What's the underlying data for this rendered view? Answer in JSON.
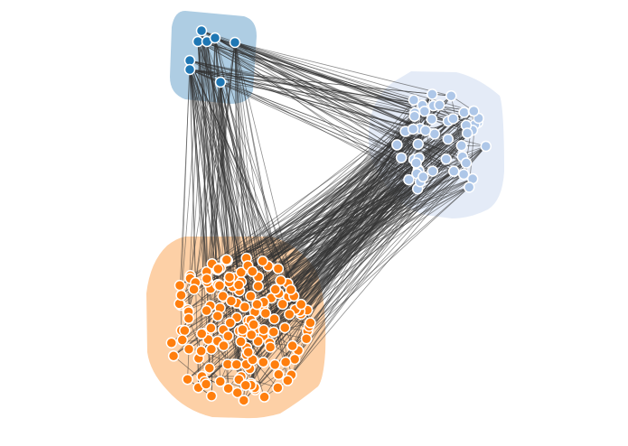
{
  "graph": {
    "type": "force-directed network with group hulls",
    "edge_color": "#333333",
    "node_stroke": "#ffffff",
    "groups": [
      {
        "id": "group-dark-blue",
        "node_color": "#1f77b4",
        "hull_color": "#aecde3",
        "node_count": 8
      },
      {
        "id": "group-light-blue",
        "node_color": "#aec7e8",
        "hull_color": "#e4ebf7",
        "node_count": 50
      },
      {
        "id": "group-orange",
        "node_color": "#ff7f0e",
        "hull_color": "#fdd0a6",
        "node_count": 150
      }
    ]
  }
}
